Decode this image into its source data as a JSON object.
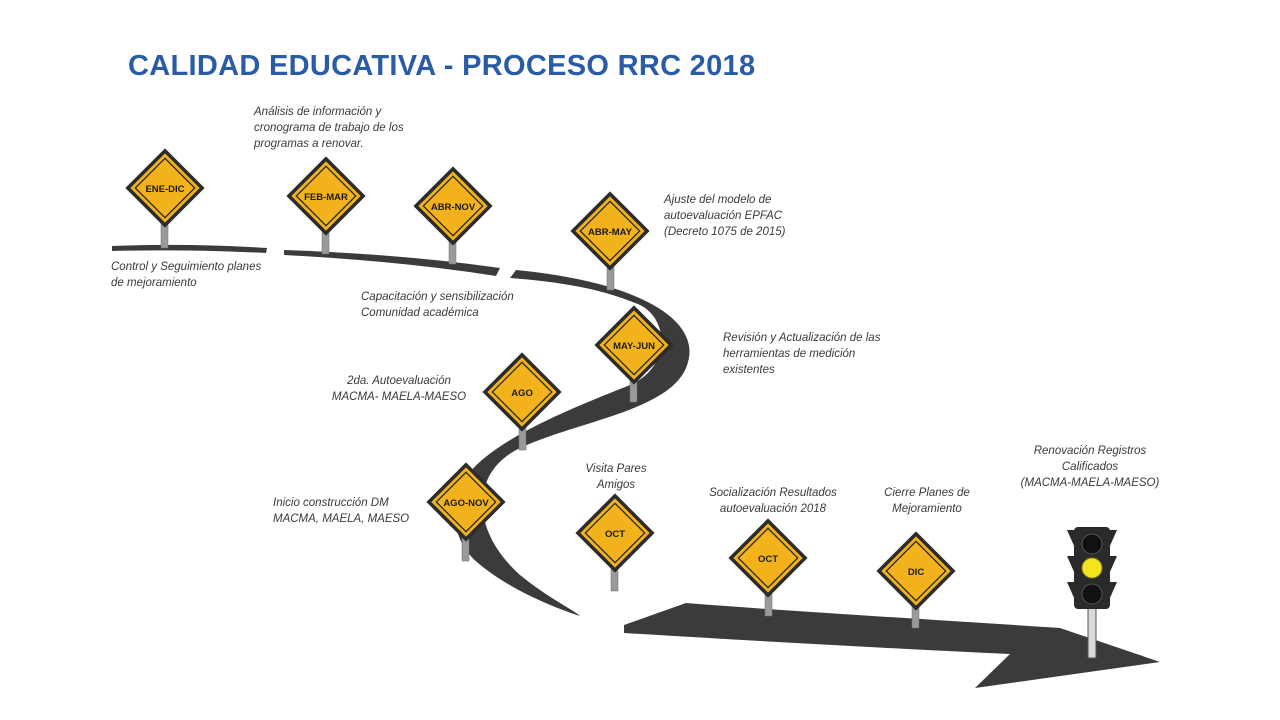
{
  "title": "CALIDAD EDUCATIVA - PROCESO RRC 2018",
  "colors": {
    "title": "#2a5ba5",
    "road": "#3b3b3b",
    "sign_fill": "#f2b21c",
    "sign_border": "#2b2b2b",
    "post": "#9a9a9a",
    "light_on": "#f3e41d"
  },
  "signs": [
    {
      "label": "ENE-DIC",
      "icon": "diamond-road-sign"
    },
    {
      "label": "FEB-MAR",
      "icon": "diamond-road-sign"
    },
    {
      "label": "ABR-NOV",
      "icon": "diamond-road-sign"
    },
    {
      "label": "ABR-MAY",
      "icon": "diamond-road-sign"
    },
    {
      "label": "MAY-JUN",
      "icon": "diamond-road-sign"
    },
    {
      "label": "AGO",
      "icon": "diamond-road-sign"
    },
    {
      "label": "AGO-NOV",
      "icon": "diamond-road-sign"
    },
    {
      "label": "OCT",
      "icon": "diamond-road-sign"
    },
    {
      "label": "OCT",
      "icon": "diamond-road-sign"
    },
    {
      "label": "DIC",
      "icon": "diamond-road-sign"
    }
  ],
  "notes": [
    "Análisis de información y\ncronograma de trabajo de los\nprogramas a renovar.",
    "Ajuste del modelo de\nautoevaluación EPFAC\n(Decreto 1075 de 2015)",
    "Control y Seguimiento planes\nde mejoramiento",
    "Capacitación y sensibilización\nComunidad académica",
    "Revisión y Actualización de las\nherramientas de medición\nexistentes",
    "2da. Autoevaluación\nMACMA- MAELA-MAESO",
    "Inicio construcción DM\nMACMA, MAELA, MAESO",
    "Visita Pares\nAmigos",
    "Socialización Resultados\nautoevaluación 2018",
    "Cierre Planes de\nMejoramiento",
    "Renovación Registros\nCalificados\n(MACMA-MAELA-MAESO)"
  ],
  "traffic_light": {
    "icon": "traffic-light-icon",
    "active": "middle"
  }
}
